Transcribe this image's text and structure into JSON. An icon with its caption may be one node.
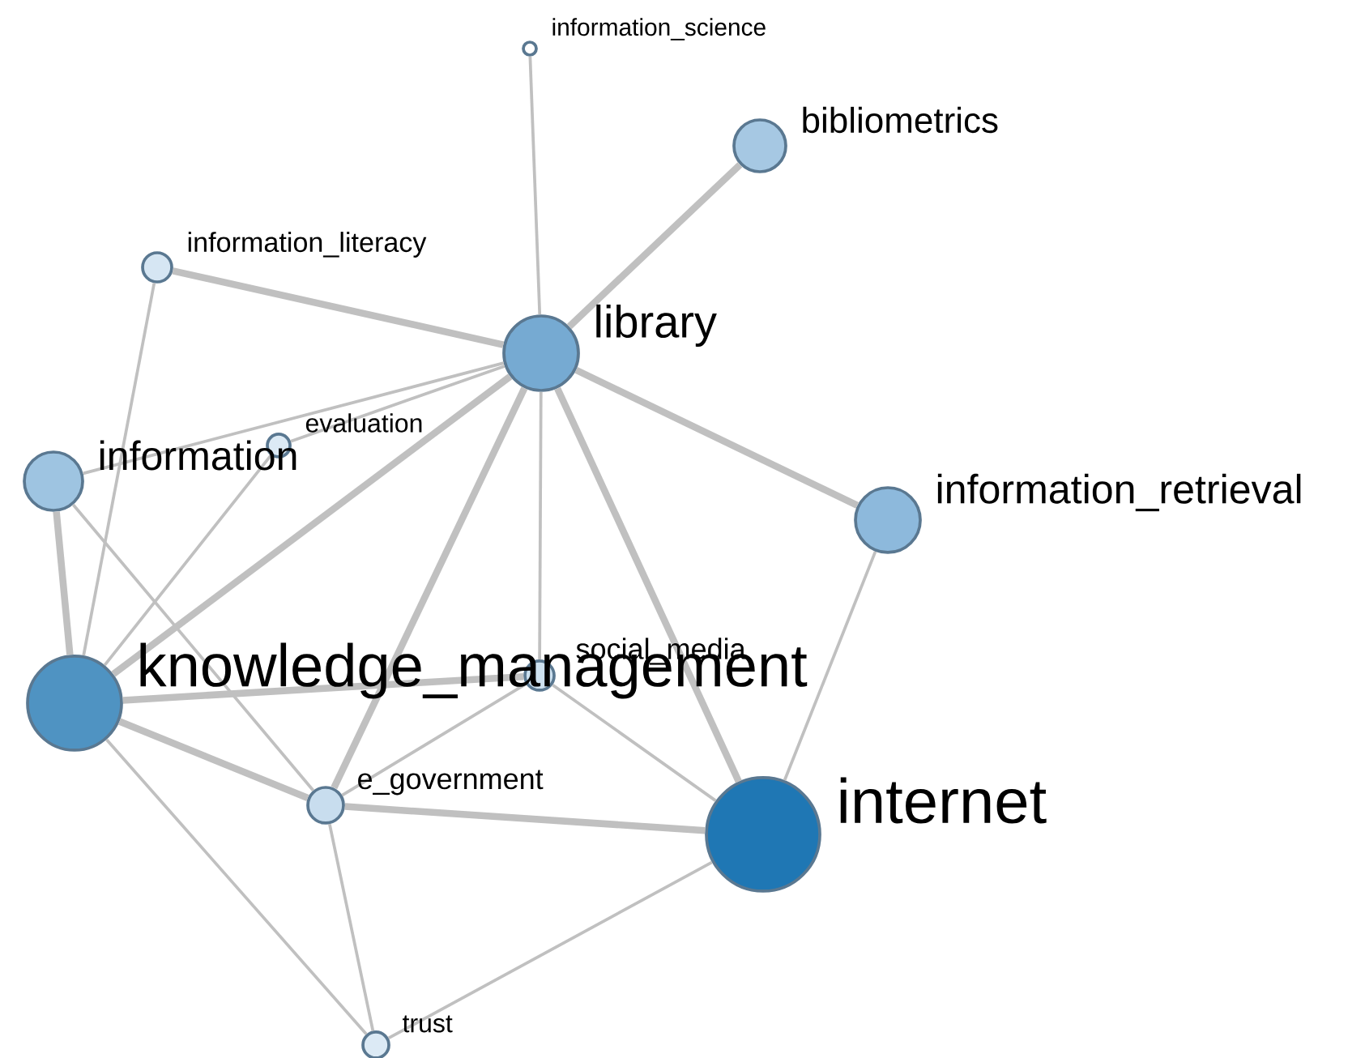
{
  "diagram": {
    "nodes": [
      {
        "text": [
          "information_science"
        ]
      },
      {
        "text": [
          "bibliometrics"
        ]
      },
      {
        "text": [
          "information_literacy"
        ]
      },
      {
        "text": [
          "library"
        ]
      },
      {
        "text": [
          "evaluation"
        ]
      },
      {
        "text": [
          "information"
        ]
      },
      {
        "text": [
          "information_retrieval"
        ]
      },
      {
        "text": [
          "knowledge_management"
        ]
      },
      {
        "text": [
          "social_media"
        ]
      },
      {
        "text": [
          "e_government"
        ]
      },
      {
        "text": [
          "internet"
        ]
      },
      {
        "text": [
          "trust"
        ]
      }
    ],
    "edges": [
      {
        "from": 3,
        "to": 0,
        "arrow": "none"
      },
      {
        "from": 3,
        "to": 1,
        "arrow": "none",
        "style": "thick"
      },
      {
        "from": 3,
        "to": 2,
        "arrow": "none",
        "style": "thick"
      },
      {
        "from": 3,
        "to": 5,
        "arrow": "none"
      },
      {
        "from": 3,
        "to": 4,
        "arrow": "none"
      },
      {
        "from": 3,
        "to": 7,
        "arrow": "none",
        "style": "thick"
      },
      {
        "from": 3,
        "to": 9,
        "arrow": "none",
        "style": "thick"
      },
      {
        "from": 3,
        "to": 8,
        "arrow": "none"
      },
      {
        "from": 3,
        "to": 10,
        "arrow": "none",
        "style": "thick"
      },
      {
        "from": 3,
        "to": 6,
        "arrow": "none",
        "style": "thick"
      },
      {
        "from": 2,
        "to": 7,
        "arrow": "none"
      },
      {
        "from": 4,
        "to": 7,
        "arrow": "none"
      },
      {
        "from": 5,
        "to": 7,
        "arrow": "none",
        "style": "thick"
      },
      {
        "from": 5,
        "to": 9,
        "arrow": "none"
      },
      {
        "from": 7,
        "to": 8,
        "arrow": "none",
        "style": "thick"
      },
      {
        "from": 7,
        "to": 9,
        "arrow": "none",
        "style": "thick"
      },
      {
        "from": 7,
        "to": 11,
        "arrow": "none"
      },
      {
        "from": 8,
        "to": 9,
        "arrow": "none"
      },
      {
        "from": 8,
        "to": 10,
        "arrow": "none"
      },
      {
        "from": 9,
        "to": 10,
        "arrow": "none",
        "style": "thick"
      },
      {
        "from": 9,
        "to": 11,
        "arrow": "none"
      },
      {
        "from": 11,
        "to": 10,
        "arrow": "none"
      },
      {
        "from": 6,
        "to": 10,
        "arrow": "none"
      }
    ]
  }
}
